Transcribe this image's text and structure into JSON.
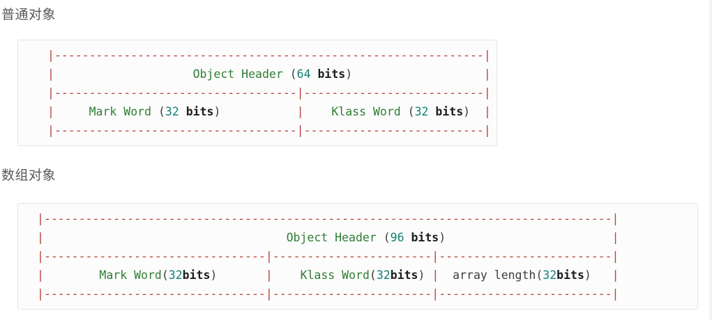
{
  "sections": [
    {
      "heading": "普通对象"
    },
    {
      "heading": "数组对象"
    }
  ],
  "colors": {
    "border_red": "#b8423a",
    "name_green": "#2e7d32",
    "number_teal": "#117e76",
    "plain_dark": "#3d3d3d",
    "bits_dark": "#1c1c1c",
    "heading_gray": "#595959",
    "box_border": "#e3e3e3",
    "box_background": "#fcfcfc"
  },
  "code_blocks": [
    {
      "name": "plain-object-header-diagram",
      "lines": [
        [
          {
            "p": 1
          },
          {
            "dash": 62
          },
          {
            "p": 1
          }
        ],
        [
          {
            "p": 1
          },
          {
            "sp": 20
          },
          {
            "g": "Object Header"
          },
          {
            "d": " ("
          },
          {
            "n": "64"
          },
          {
            "d": " "
          },
          {
            "b": "bits"
          },
          {
            "d": ")"
          },
          {
            "sp": 19
          },
          {
            "p": 1
          }
        ],
        [
          {
            "p": 1
          },
          {
            "dash": 35
          },
          {
            "p": 1
          },
          {
            "dash": 26
          },
          {
            "p": 1
          }
        ],
        [
          {
            "p": 1
          },
          {
            "sp": 5
          },
          {
            "g": "Mark Word"
          },
          {
            "d": " ("
          },
          {
            "n": "32"
          },
          {
            "d": " "
          },
          {
            "b": "bits"
          },
          {
            "d": ")"
          },
          {
            "sp": 11
          },
          {
            "p": 1
          },
          {
            "sp": 4
          },
          {
            "g": "Klass Word"
          },
          {
            "d": " ("
          },
          {
            "n": "32"
          },
          {
            "d": " "
          },
          {
            "b": "bits"
          },
          {
            "d": ")"
          },
          {
            "sp": 2
          },
          {
            "p": 1
          }
        ],
        [
          {
            "p": 1
          },
          {
            "dash": 35
          },
          {
            "p": 1
          },
          {
            "dash": 26
          },
          {
            "p": 1
          }
        ]
      ]
    },
    {
      "name": "array-object-header-diagram",
      "lines": [
        [
          {
            "p": 1
          },
          {
            "dash": 82
          },
          {
            "p": 1
          }
        ],
        [
          {
            "p": 1
          },
          {
            "sp": 35
          },
          {
            "g": "Object Header"
          },
          {
            "d": " ("
          },
          {
            "n": "96"
          },
          {
            "d": " "
          },
          {
            "b": "bits"
          },
          {
            "d": ")"
          },
          {
            "sp": 24
          },
          {
            "p": 1
          }
        ],
        [
          {
            "p": 1
          },
          {
            "dash": 32
          },
          {
            "p": 1
          },
          {
            "dash": 23
          },
          {
            "p": 1
          },
          {
            "dash": 25
          },
          {
            "p": 1
          }
        ],
        [
          {
            "p": 1
          },
          {
            "sp": 8
          },
          {
            "g": "Mark Word"
          },
          {
            "d": "("
          },
          {
            "n": "32"
          },
          {
            "b": "bits"
          },
          {
            "d": ")"
          },
          {
            "sp": 7
          },
          {
            "p": 1
          },
          {
            "sp": 4
          },
          {
            "g": "Klass Word"
          },
          {
            "d": "("
          },
          {
            "n": "32"
          },
          {
            "b": "bits"
          },
          {
            "d": ")"
          },
          {
            "sp": 1
          },
          {
            "p": 1
          },
          {
            "sp": 2
          },
          {
            "d": "array length("
          },
          {
            "n": "32"
          },
          {
            "b": "bits"
          },
          {
            "d": ")"
          },
          {
            "sp": 3
          },
          {
            "p": 1
          }
        ],
        [
          {
            "p": 1
          },
          {
            "dash": 32
          },
          {
            "p": 1
          },
          {
            "dash": 23
          },
          {
            "p": 1
          },
          {
            "dash": 25
          },
          {
            "p": 1
          }
        ]
      ]
    }
  ]
}
